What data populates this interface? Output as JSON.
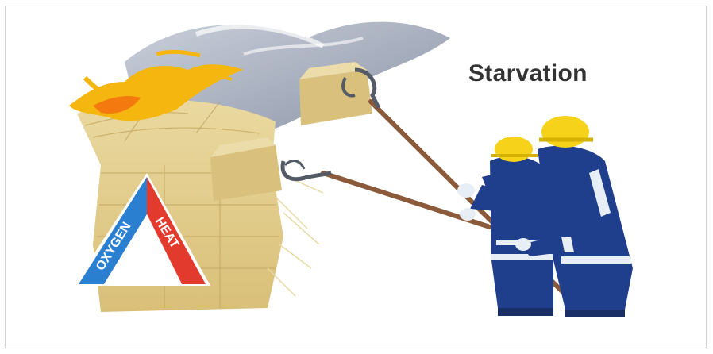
{
  "title": "Starvation",
  "fire_triangle": {
    "left_side": "OXYGEN",
    "right_side": "HEAT"
  },
  "colors": {
    "oxygen": "#2a7fd1",
    "heat": "#e23a2c",
    "uniform": "#1f3f8c",
    "helmet": "#f6d21a",
    "straw": "#e5cf8c",
    "flame": "#f5b70f",
    "smoke": "#8b94a8"
  },
  "icons": [
    "fire-icon",
    "smoke-icon",
    "straw-bale-icon",
    "firefighter-icon",
    "hay-hook-icon"
  ]
}
